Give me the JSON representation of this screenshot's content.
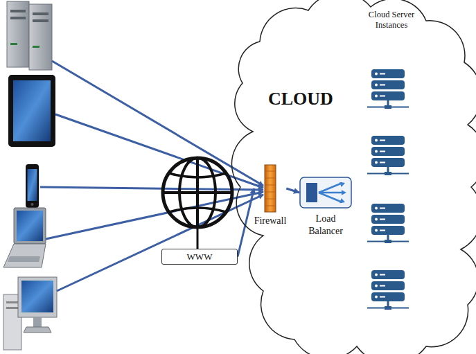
{
  "diagram": {
    "nodes": [
      {
        "text": [
          "WWW"
        ]
      },
      {
        "text": [
          "CLOUD"
        ]
      },
      {
        "text": [
          "Firewall"
        ],
        "in": 1
      },
      {
        "text": [
          "Load Balancer"
        ],
        "in": 1
      }
    ],
    "edges": [
      {
        "from": 0,
        "to": 2,
        "arrow": "to"
      },
      {
        "from": 2,
        "to": 3,
        "arrow": "to"
      }
    ],
    "labels": [
      "Cloud Server Instances"
    ]
  }
}
